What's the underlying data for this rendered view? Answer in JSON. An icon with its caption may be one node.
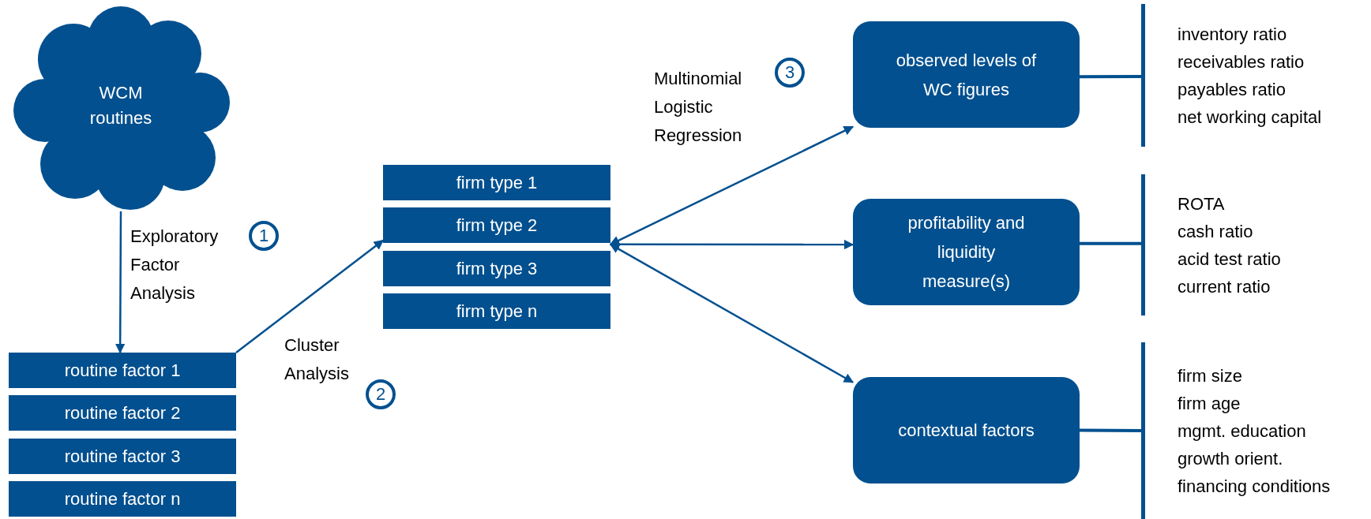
{
  "diagram": {
    "nodes": [
      {
        "text": [
          "WCM routines"
        ]
      },
      {
        "text": [
          "routine factor 1"
        ]
      },
      {
        "text": [
          "routine factor 2"
        ]
      },
      {
        "text": [
          "routine factor 3"
        ]
      },
      {
        "text": [
          "routine factor n"
        ]
      },
      {
        "text": [
          "firm type 1"
        ]
      },
      {
        "text": [
          "firm type 2"
        ]
      },
      {
        "text": [
          "firm type 3"
        ]
      },
      {
        "text": [
          "firm type n"
        ]
      },
      {
        "text": [
          "observed levels of WC figures"
        ]
      },
      {
        "text": [
          "profitability and liquidity measure(s)"
        ]
      },
      {
        "text": [
          "contextual factors"
        ]
      },
      {
        "text": [
          "inventory ratio",
          "receivables ratio",
          "payables ratio",
          "net working capital"
        ]
      },
      {
        "text": [
          "ROTA",
          "cash ratio",
          "acid test ratio",
          "current ratio"
        ]
      },
      {
        "text": [
          "firm size",
          "firm age",
          "mgmt. education",
          "growth orient.",
          "financing conditions"
        ]
      }
    ],
    "edges": [
      {
        "from": 0,
        "to": 1,
        "arrow": "to",
        "label": "Exploratory Factor Analysis"
      },
      {
        "from": 1,
        "to": 6,
        "arrow": "to",
        "label": "Cluster Analysis"
      },
      {
        "from": 6,
        "to": 9,
        "arrow": "both",
        "label": "Multinomial Logistic Regression"
      },
      {
        "from": 6,
        "to": 10,
        "arrow": "both"
      },
      {
        "from": 6,
        "to": 11,
        "arrow": "both"
      },
      {
        "from": 9,
        "to": 12,
        "arrow": "none"
      },
      {
        "from": 10,
        "to": 13,
        "arrow": "none"
      },
      {
        "from": 11,
        "to": 14,
        "arrow": "none"
      }
    ],
    "labels": [
      "1",
      "2",
      "3"
    ]
  }
}
